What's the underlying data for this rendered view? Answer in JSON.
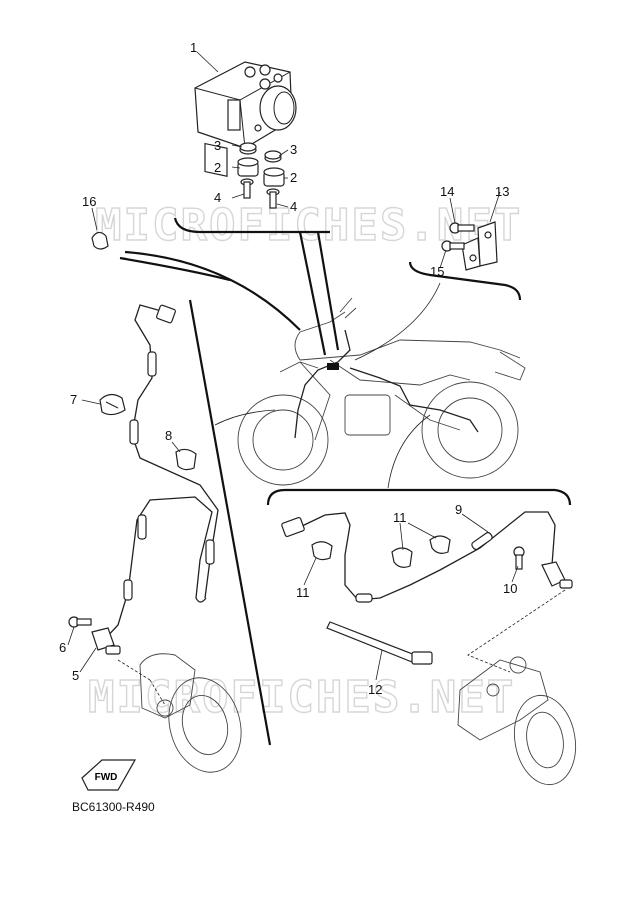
{
  "diagram": {
    "reference_code": "BC61300-R490",
    "watermark_top": "MICROFICHES.NET",
    "watermark_bottom": "MICROFICHES.NET",
    "fwd_label": "FWD",
    "callouts": {
      "c1": "1",
      "c2a": "2",
      "c2b": "2",
      "c3a": "3",
      "c3b": "3",
      "c4a": "4",
      "c4b": "4",
      "c5": "5",
      "c6": "6",
      "c7": "7",
      "c8": "8",
      "c9": "9",
      "c10": "10",
      "c11a": "11",
      "c11b": "11",
      "c12": "12",
      "c13": "13",
      "c14": "14",
      "c15": "15",
      "c16": "16"
    }
  }
}
